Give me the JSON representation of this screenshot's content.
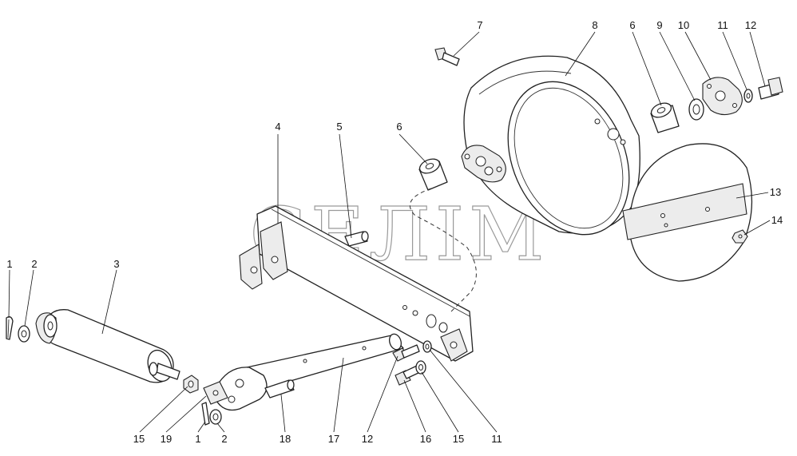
{
  "watermark": "СЕЛІМ",
  "callouts": {
    "c1a": "1",
    "c2a": "2",
    "c3": "3",
    "c4": "4",
    "c5": "5",
    "c6a": "6",
    "c6b": "6",
    "c7": "7",
    "c8": "8",
    "c9": "9",
    "c10": "10",
    "c11a": "11",
    "c12a": "12",
    "c13": "13",
    "c14": "14",
    "c15a": "15",
    "c19": "19",
    "c1b": "1",
    "c2b": "2",
    "c18": "18",
    "c17": "17",
    "c12b": "12",
    "c16": "16",
    "c15b": "15",
    "c11b": "11"
  }
}
